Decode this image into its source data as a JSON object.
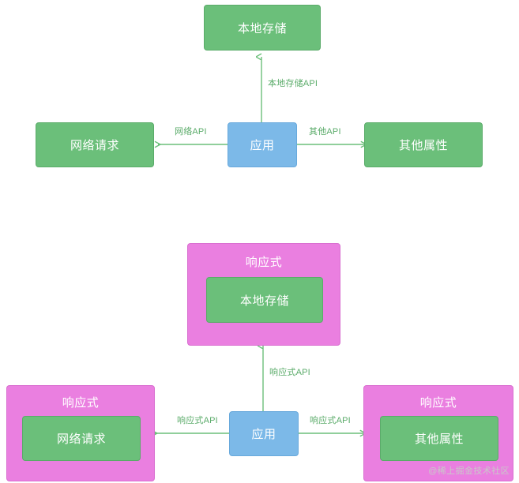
{
  "diagram": {
    "title": "",
    "colors": {
      "green": "#6bbf7a",
      "blue": "#7cb9e8",
      "pink": "#ea7fe0",
      "arrow": "#6bbf7a",
      "label_text": "#5aab69"
    },
    "top_section": {
      "nodes": [
        {
          "id": "top-storage",
          "label": "本地存储",
          "type": "green"
        },
        {
          "id": "top-network",
          "label": "网络请求",
          "type": "green"
        },
        {
          "id": "top-app",
          "label": "应用",
          "type": "blue"
        },
        {
          "id": "top-other",
          "label": "其他属性",
          "type": "green"
        }
      ],
      "edges": [
        {
          "id": "top-edge-storage",
          "label": "本地存储API"
        },
        {
          "id": "top-edge-network",
          "label": "网络API"
        },
        {
          "id": "top-edge-other",
          "label": "其他API"
        }
      ]
    },
    "bottom_section": {
      "groups": [
        {
          "id": "group-storage",
          "label": "响应式",
          "child": "本地存储"
        },
        {
          "id": "group-network",
          "label": "响应式",
          "child": "网络请求"
        },
        {
          "id": "group-other",
          "label": "响应式",
          "child": "其他属性"
        }
      ],
      "nodes": [
        {
          "id": "bottom-app",
          "label": "应用",
          "type": "blue"
        }
      ],
      "edges": [
        {
          "id": "bottom-edge-storage",
          "label": "响应式API"
        },
        {
          "id": "bottom-edge-network",
          "label": "响应式API"
        },
        {
          "id": "bottom-edge-other",
          "label": "响应式API"
        }
      ]
    },
    "watermark": "@稀上掘金技术社区"
  }
}
